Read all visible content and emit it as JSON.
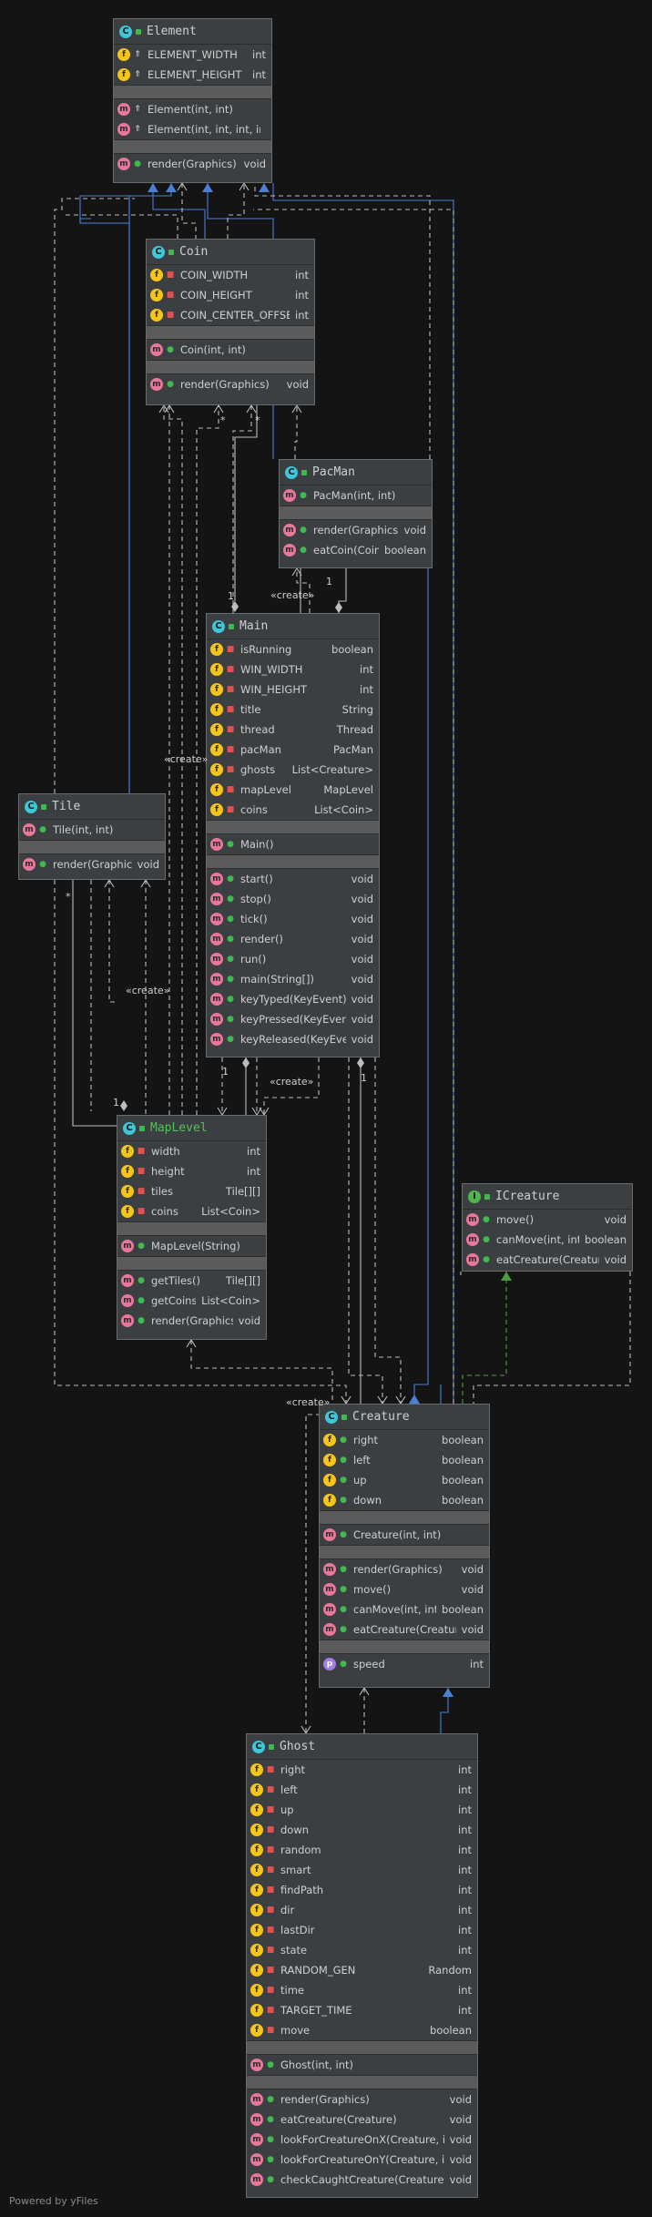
{
  "footer": "Powered by yFiles",
  "classes": {
    "element": {
      "name": "Element",
      "kind": "C",
      "fields": [
        {
          "name": "ELEMENT_WIDTH",
          "type": "int"
        },
        {
          "name": "ELEMENT_HEIGHT",
          "type": "int"
        }
      ],
      "constructors": [
        {
          "name": "Element(int, int)",
          "type": ""
        },
        {
          "name": "Element(int, int, int, int)",
          "type": ""
        }
      ],
      "methods": [
        {
          "name": "render(Graphics)",
          "type": "void"
        }
      ]
    },
    "coin": {
      "name": "Coin",
      "kind": "C",
      "fields": [
        {
          "name": "COIN_WIDTH",
          "type": "int"
        },
        {
          "name": "COIN_HEIGHT",
          "type": "int"
        },
        {
          "name": "COIN_CENTER_OFFSET",
          "type": "int"
        }
      ],
      "constructors": [
        {
          "name": "Coin(int, int)",
          "type": ""
        }
      ],
      "methods": [
        {
          "name": "render(Graphics)",
          "type": "void"
        }
      ]
    },
    "pacman": {
      "name": "PacMan",
      "kind": "C",
      "constructors": [
        {
          "name": "PacMan(int, int)",
          "type": ""
        }
      ],
      "methods": [
        {
          "name": "render(Graphics)",
          "type": "void"
        },
        {
          "name": "eatCoin(Coin)",
          "type": "boolean"
        }
      ]
    },
    "main": {
      "name": "Main",
      "kind": "C",
      "fields": [
        {
          "name": "isRunning",
          "type": "boolean"
        },
        {
          "name": "WIN_WIDTH",
          "type": "int"
        },
        {
          "name": "WIN_HEIGHT",
          "type": "int"
        },
        {
          "name": "title",
          "type": "String"
        },
        {
          "name": "thread",
          "type": "Thread"
        },
        {
          "name": "pacMan",
          "type": "PacMan"
        },
        {
          "name": "ghosts",
          "type": "List<Creature>"
        },
        {
          "name": "mapLevel",
          "type": "MapLevel"
        },
        {
          "name": "coins",
          "type": "List<Coin>"
        }
      ],
      "constructors": [
        {
          "name": "Main()",
          "type": ""
        }
      ],
      "methods": [
        {
          "name": "start()",
          "type": "void"
        },
        {
          "name": "stop()",
          "type": "void"
        },
        {
          "name": "tick()",
          "type": "void"
        },
        {
          "name": "render()",
          "type": "void"
        },
        {
          "name": "run()",
          "type": "void"
        },
        {
          "name": "main(String[])",
          "type": "void"
        },
        {
          "name": "keyTyped(KeyEvent)",
          "type": "void"
        },
        {
          "name": "keyPressed(KeyEvent)",
          "type": "void"
        },
        {
          "name": "keyReleased(KeyEvent)",
          "type": "void"
        }
      ]
    },
    "tile": {
      "name": "Tile",
      "kind": "C",
      "constructors": [
        {
          "name": "Tile(int, int)",
          "type": ""
        }
      ],
      "methods": [
        {
          "name": "render(Graphics)",
          "type": "void"
        }
      ]
    },
    "maplevel": {
      "name": "MapLevel",
      "kind": "C",
      "fields": [
        {
          "name": "width",
          "type": "int"
        },
        {
          "name": "height",
          "type": "int"
        },
        {
          "name": "tiles",
          "type": "Tile[][]"
        },
        {
          "name": "coins",
          "type": "List<Coin>"
        }
      ],
      "constructors": [
        {
          "name": "MapLevel(String)",
          "type": ""
        }
      ],
      "methods": [
        {
          "name": "getTiles()",
          "type": "Tile[][]"
        },
        {
          "name": "getCoins()",
          "type": "List<Coin>"
        },
        {
          "name": "render(Graphics)",
          "type": "void"
        }
      ]
    },
    "icreature": {
      "name": "ICreature",
      "kind": "I",
      "methods": [
        {
          "name": "move()",
          "type": "void"
        },
        {
          "name": "canMove(int, int)",
          "type": "boolean"
        },
        {
          "name": "eatCreature(Creature)",
          "type": "void"
        }
      ]
    },
    "creature": {
      "name": "Creature",
      "kind": "C",
      "fields": [
        {
          "name": "right",
          "type": "boolean"
        },
        {
          "name": "left",
          "type": "boolean"
        },
        {
          "name": "up",
          "type": "boolean"
        },
        {
          "name": "down",
          "type": "boolean"
        }
      ],
      "constructors": [
        {
          "name": "Creature(int, int)",
          "type": ""
        }
      ],
      "methods": [
        {
          "name": "render(Graphics)",
          "type": "void"
        },
        {
          "name": "move()",
          "type": "void"
        },
        {
          "name": "canMove(int, int)",
          "type": "boolean"
        },
        {
          "name": "eatCreature(Creature)",
          "type": "void"
        }
      ],
      "properties": [
        {
          "name": "speed",
          "type": "int"
        }
      ]
    },
    "ghost": {
      "name": "Ghost",
      "kind": "C",
      "fields": [
        {
          "name": "right",
          "type": "int"
        },
        {
          "name": "left",
          "type": "int"
        },
        {
          "name": "up",
          "type": "int"
        },
        {
          "name": "down",
          "type": "int"
        },
        {
          "name": "random",
          "type": "int"
        },
        {
          "name": "smart",
          "type": "int"
        },
        {
          "name": "findPath",
          "type": "int"
        },
        {
          "name": "dir",
          "type": "int"
        },
        {
          "name": "lastDir",
          "type": "int"
        },
        {
          "name": "state",
          "type": "int"
        },
        {
          "name": "RANDOM_GEN",
          "type": "Random"
        },
        {
          "name": "time",
          "type": "int"
        },
        {
          "name": "TARGET_TIME",
          "type": "int"
        },
        {
          "name": "move",
          "type": "boolean"
        }
      ],
      "constructors": [
        {
          "name": "Ghost(int, int)",
          "type": ""
        }
      ],
      "methods": [
        {
          "name": "render(Graphics)",
          "type": "void"
        },
        {
          "name": "eatCreature(Creature)",
          "type": "void"
        },
        {
          "name": "lookForCreatureOnX(Creature, int)",
          "type": "void"
        },
        {
          "name": "lookForCreatureOnY(Creature, int)",
          "type": "void"
        },
        {
          "name": "checkCaughtCreature(Creature)",
          "type": "void"
        }
      ]
    }
  },
  "edge_labels": {
    "create": "«create»",
    "many": "*",
    "one": "1"
  },
  "colors": {
    "inheritance": "#4a7fd4",
    "implements": "#4e9a3f",
    "dependency": "#bdbdbd"
  }
}
